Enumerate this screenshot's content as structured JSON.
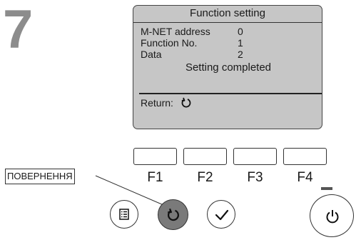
{
  "step": {
    "number": "7"
  },
  "screen": {
    "title": "Function setting",
    "rows": [
      {
        "label": "M-NET address",
        "value": "0"
      },
      {
        "label": "Function No.",
        "value": "1"
      },
      {
        "label": "Data",
        "value": "2"
      }
    ],
    "status": "Setting completed",
    "footer_label": "Return:",
    "footer_icon": "return-arrow-icon"
  },
  "function_keys": [
    {
      "label": "F1"
    },
    {
      "label": "F2"
    },
    {
      "label": "F3"
    },
    {
      "label": "F4"
    }
  ],
  "callout": {
    "label": "ПОВЕРНЕННЯ"
  },
  "buttons": {
    "menu_icon": "menu-list-icon",
    "return_icon": "return-arrow-icon",
    "select_icon": "checkmark-icon",
    "power_icon": "power-icon"
  },
  "colors": {
    "lcd_background": "#c6c6c6",
    "return_button_highlight": "#7a7a7a",
    "step_number": "#8c8c8c"
  }
}
